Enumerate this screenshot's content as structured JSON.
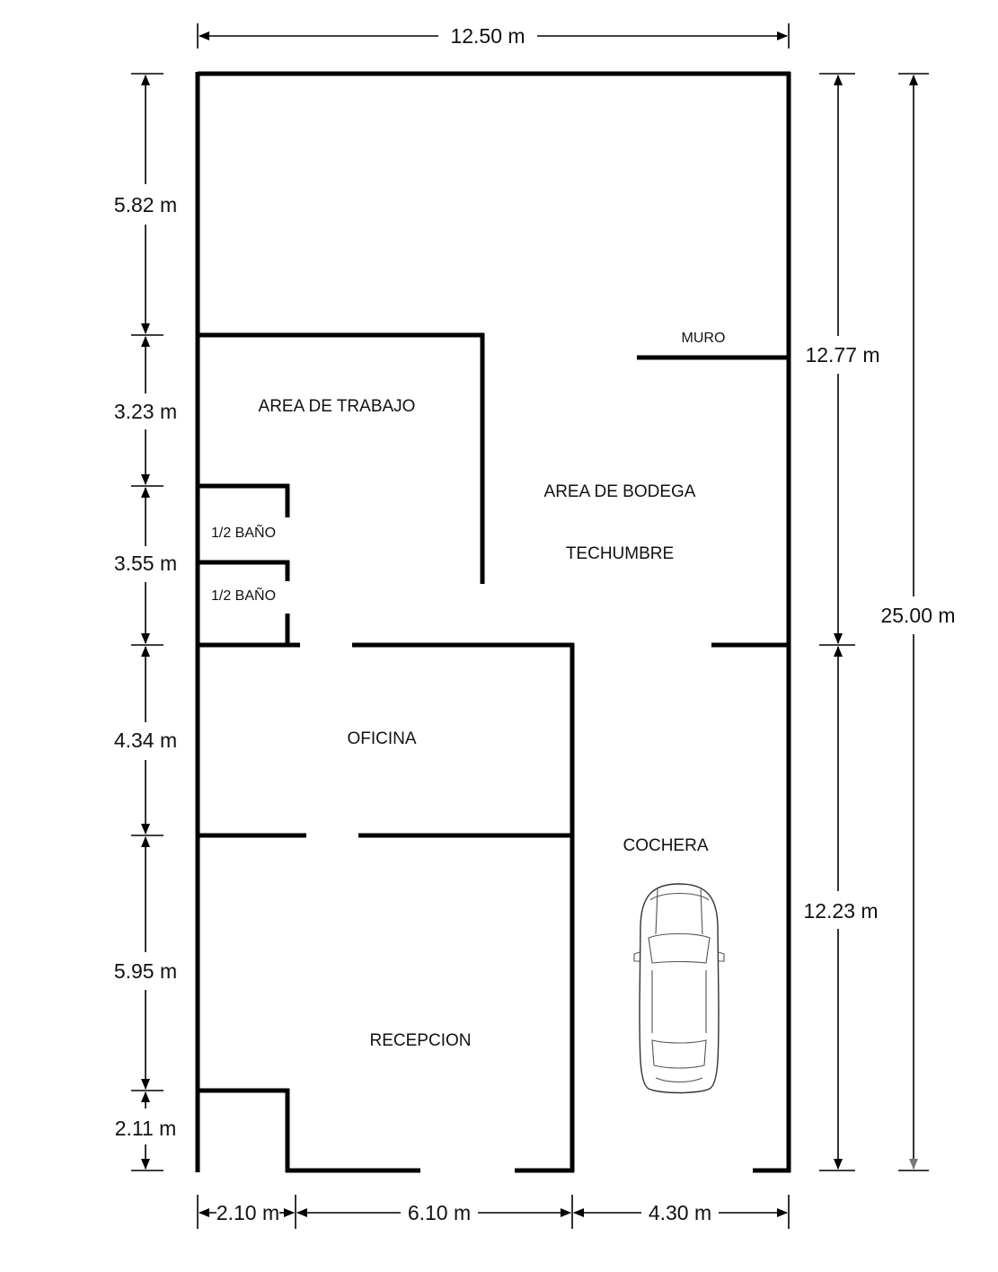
{
  "rooms": {
    "area_trabajo": "AREA DE TRABAJO",
    "area_bodega": "AREA DE BODEGA",
    "techumbre": "TECHUMBRE",
    "muro": "MURO",
    "bano_1": "1/2 BAÑO",
    "bano_2": "1/2 BAÑO",
    "oficina": "OFICINA",
    "cochera": "COCHERA",
    "recepcion": "RECEPCION"
  },
  "dimensions": {
    "top_width": "12.50 m",
    "left": [
      "5.82 m",
      "3.23 m",
      "3.55 m",
      "4.34 m",
      "5.95 m",
      "2.11 m"
    ],
    "right_upper": "12.77 m",
    "right_lower": "12.23 m",
    "total_length": "25.00 m",
    "bottom": [
      "2.10 m",
      "6.10 m",
      "4.30 m"
    ]
  }
}
